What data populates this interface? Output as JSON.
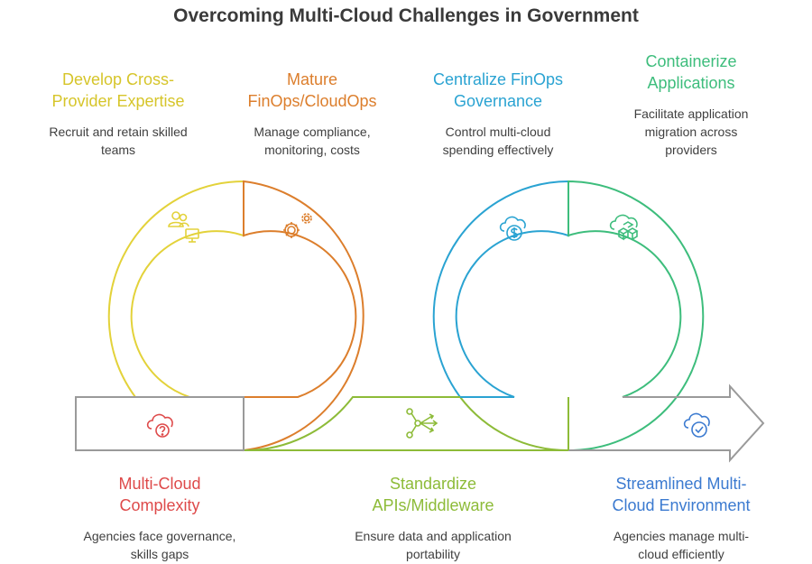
{
  "title": "Overcoming Multi-Cloud Challenges in Government",
  "colors": {
    "yellow": "#e3d23a",
    "orange": "#dc7e2c",
    "blue": "#2aa3d2",
    "green": "#3dbd7c",
    "red": "#de4a4a",
    "lime": "#8dbb38",
    "navy": "#3b7ad0",
    "gray": "#9a9a9a"
  },
  "steps": [
    {
      "title": "Develop Cross-Provider Expertise",
      "description": "Recruit and retain skilled teams",
      "icon": "user-monitor-icon"
    },
    {
      "title": "Mature FinOps/CloudOps",
      "description": "Manage compliance, monitoring, costs",
      "icon": "gears-icon"
    },
    {
      "title": "Centralize FinOps Governance",
      "description": "Control multi-cloud spending effectively",
      "icon": "cloud-dollar-icon"
    },
    {
      "title": "Containerize Applications",
      "description": "Facilitate application migration across providers",
      "icon": "cloud-cubes-icon"
    }
  ],
  "bottom": [
    {
      "title": "Multi-Cloud Complexity",
      "description": "Agencies face governance, skills gaps",
      "icon": "cloud-question-icon"
    },
    {
      "title": "Standardize APIs/Middleware",
      "description": "Ensure data and application portability",
      "icon": "network-icon"
    },
    {
      "title": "Streamlined Multi-Cloud Environment",
      "description": "Agencies manage multi-cloud efficiently",
      "icon": "cloud-check-icon"
    }
  ]
}
